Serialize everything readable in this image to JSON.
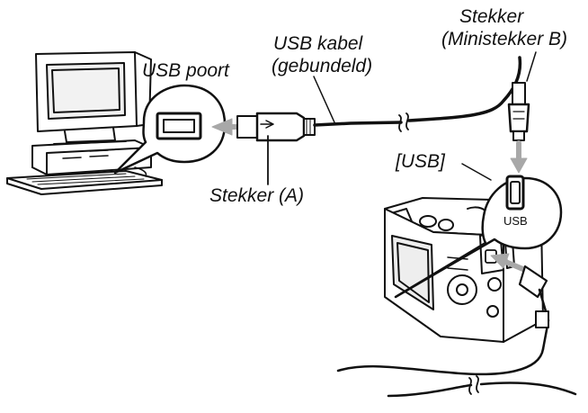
{
  "labels": {
    "usb_cable_line1": "USB kabel",
    "usb_cable_line2": "(gebundeld)",
    "stekker_b_line1": "Stekker",
    "stekker_b_line2": "(Ministekker B)",
    "usb_poort": "USB poort",
    "stekker_a": "Stekker (A)",
    "usb_bracket": "[USB]",
    "usb_port_small": "USB"
  },
  "icons": {
    "computer": "computer-icon",
    "camera": "camera-icon",
    "plug_a": "usb-plug-a-icon",
    "plug_b": "usb-mini-plug-b-icon",
    "usb_port": "usb-port-icon",
    "arrow": "arrow-icon"
  },
  "colors": {
    "line": "#111111",
    "arrow_grey": "#a8a8a8",
    "background": "#ffffff"
  }
}
